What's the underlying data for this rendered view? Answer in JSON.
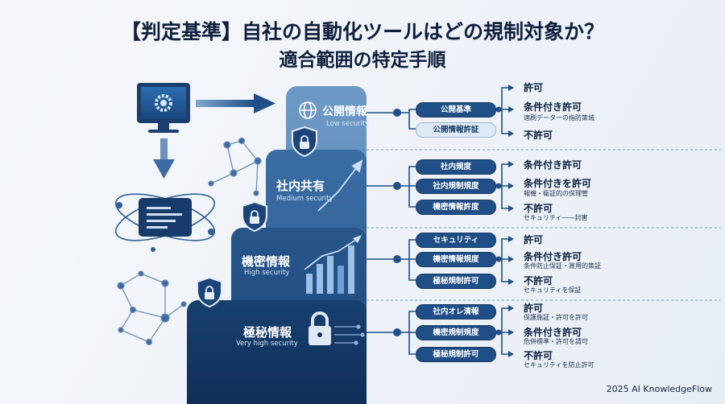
{
  "title": {
    "line1": "【判定基準】自社の自動化ツールはどの規制対象か？",
    "line2": "適合範囲の特定手順"
  },
  "tiers": [
    {
      "label": "公開情報",
      "sub": "Low security",
      "criteria": [
        "公開基準",
        "公開情報許証"
      ],
      "outcomes": [
        {
          "label": "許可",
          "sub": ""
        },
        {
          "label": "条件付き許可",
          "sub": "適刷データーの指防策城"
        },
        {
          "label": "不許可",
          "sub": ""
        }
      ]
    },
    {
      "label": "社内共有",
      "sub": "Medium security",
      "criteria": [
        "社内規度",
        "社内規制規度",
        "機密情報許度"
      ],
      "outcomes": [
        {
          "label": "条件付き許可",
          "sub": ""
        },
        {
          "label": "条件付きを許可",
          "sub": "報機・衛証的の保理管"
        },
        {
          "label": "不許可",
          "sub": "セキュリティ――封害"
        }
      ]
    },
    {
      "label": "機密情報",
      "sub": "High security",
      "criteria": [
        "セキュリティ",
        "機密情報規度",
        "極秘規制許可"
      ],
      "outcomes": [
        {
          "label": "許可",
          "sub": ""
        },
        {
          "label": "条件付き許可",
          "sub": "条件防止保証・賞用的策証"
        },
        {
          "label": "不許可",
          "sub": "セキュリティを保証"
        }
      ]
    },
    {
      "label": "極秘情報",
      "sub": "Very high security",
      "criteria": [
        "社内オレ清報",
        "機密規制規度",
        "極秘規制許可"
      ],
      "outcomes": [
        {
          "label": "許可",
          "sub": "保護施証・許可を許可"
        },
        {
          "label": "条件付き許可",
          "sub": "危併標準・許可を請可"
        },
        {
          "label": "不許可",
          "sub": "セキュリティを防止許可"
        }
      ]
    }
  ],
  "footer": "2025 AI KnowledgeFlow",
  "colors": {
    "tier1": "#5f8dbd",
    "tier2": "#2f5f95",
    "tier3": "#1f4a7d",
    "tier4": "#143561",
    "pill": "#1f4f86",
    "accent": "#2a69a8"
  }
}
